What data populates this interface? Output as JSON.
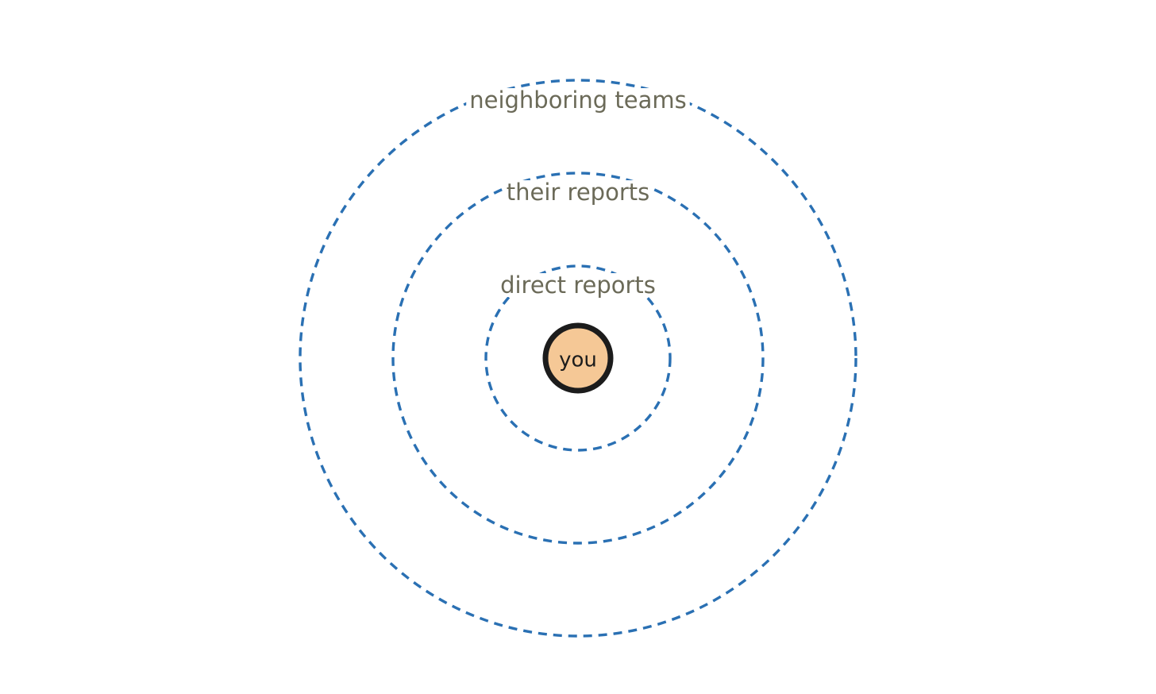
{
  "colors": {
    "ring_stroke": "#2a70b3",
    "label_text": "#6b6a58",
    "center_fill": "#f5c896",
    "center_stroke": "#1c1c1c",
    "center_text": "#1c1c1c",
    "background": "#ffffff"
  },
  "center": {
    "label": "you"
  },
  "rings": [
    {
      "label": "direct reports"
    },
    {
      "label": "their reports"
    },
    {
      "label": "neighboring teams"
    }
  ]
}
